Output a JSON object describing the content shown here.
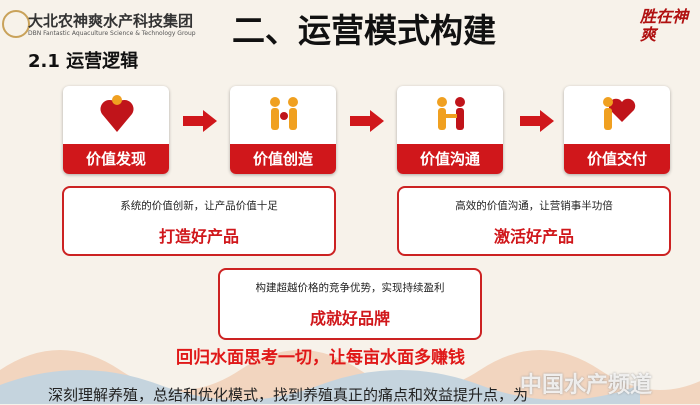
{
  "header": {
    "logo_cn": "大北农神爽水产科技集团",
    "logo_en": "DBN Fantastic Aquaculture Science & Technology Group",
    "title": "二、运营模式构建",
    "badge": "胜在神爽"
  },
  "section": {
    "subtitle": "2.1  运营逻辑"
  },
  "steps": [
    {
      "label": "价值发现"
    },
    {
      "label": "价值创造"
    },
    {
      "label": "价值沟通"
    },
    {
      "label": "价值交付"
    }
  ],
  "boxes": {
    "left": {
      "desc": "系统的价值创新，让产品价值十足",
      "headline": "打造好产品"
    },
    "right": {
      "desc": "高效的价值沟通，让营销事半功倍",
      "headline": "激活好产品"
    },
    "center": {
      "desc": "构建超越价格的竞争优势，实现持续盈利",
      "headline": "成就好品牌"
    }
  },
  "slogan": "回归水面思考一切，让每亩水面多赚钱",
  "bottom_text": "深刻理解养殖，总结和优化模式，找到养殖真正的痛点和效益提升点，为",
  "watermark": "中国水产频道",
  "colors": {
    "accent": "#d0171b"
  }
}
